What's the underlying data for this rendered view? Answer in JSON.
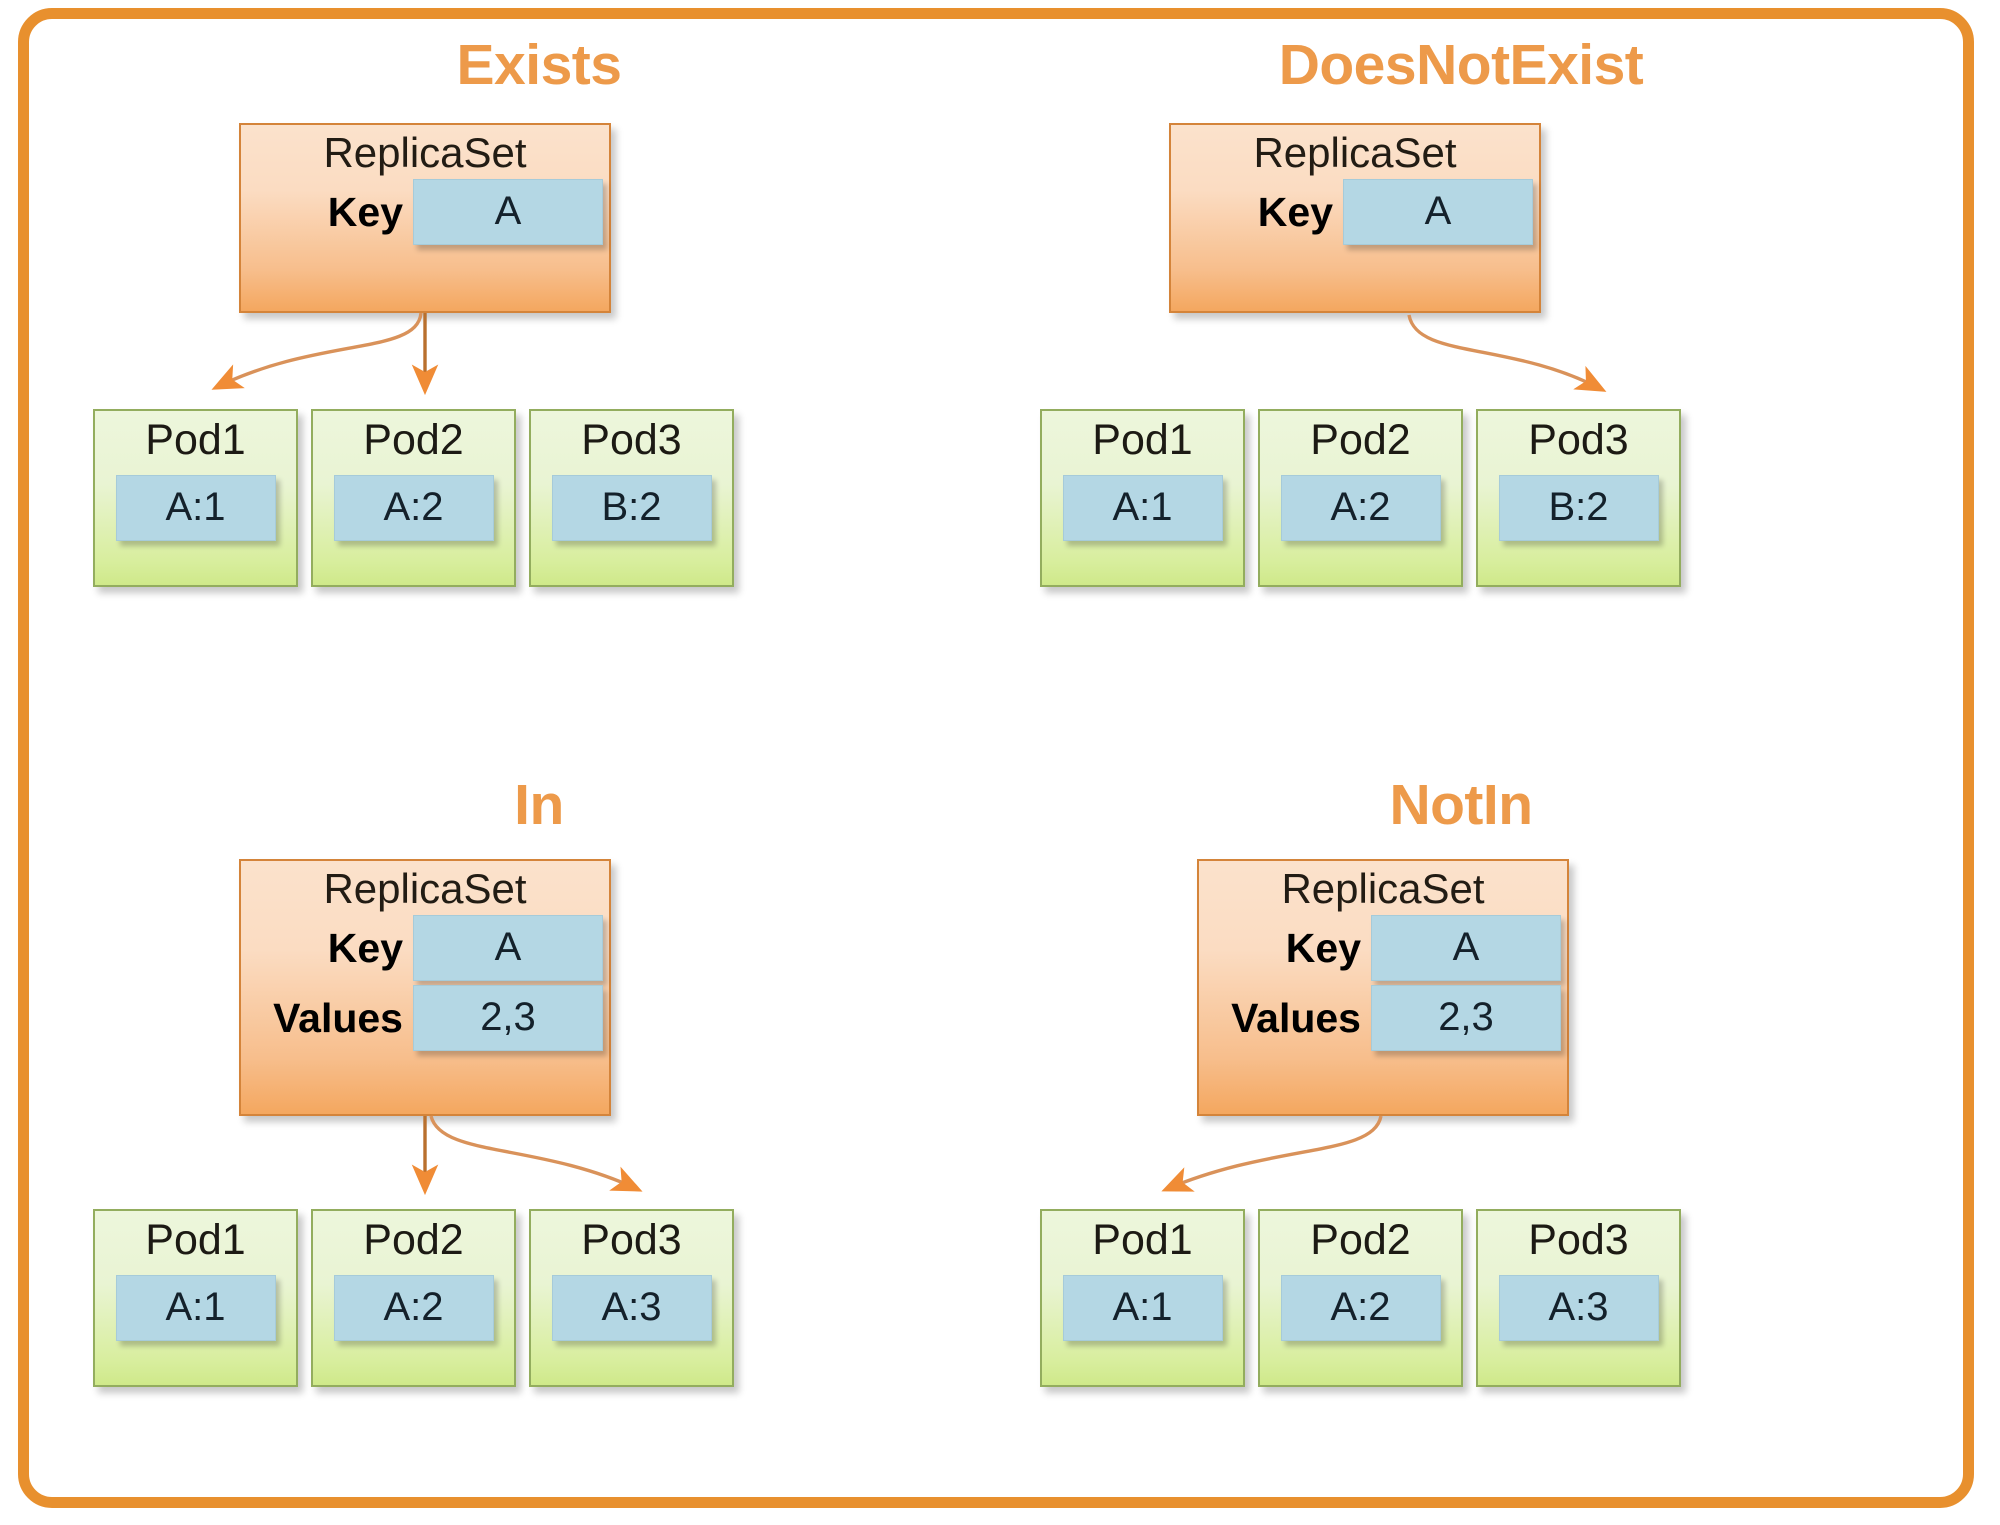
{
  "theme": {
    "accent_orange": "#ED9A4A",
    "frame_border": "#E8902E",
    "replicaset_fill": "#F7BE8C",
    "replicaset_border": "#D4843A",
    "pod_fill": "#D8EE9E",
    "pod_border": "#93AD5E",
    "label_chip_fill": "#B4D7E4"
  },
  "quadrants": [
    {
      "title": "Exists",
      "replicaset": {
        "title": "ReplicaSet",
        "key_label": "Key",
        "key_value": "A",
        "values_label": null,
        "values_value": null
      },
      "pods": [
        {
          "name": "Pod1",
          "label": "A:1"
        },
        {
          "name": "Pod2",
          "label": "A:2"
        },
        {
          "name": "Pod3",
          "label": "B:2"
        }
      ],
      "selected_pods": [
        "Pod1",
        "Pod2"
      ]
    },
    {
      "title": "DoesNotExist",
      "replicaset": {
        "title": "ReplicaSet",
        "key_label": "Key",
        "key_value": "A",
        "values_label": null,
        "values_value": null
      },
      "pods": [
        {
          "name": "Pod1",
          "label": "A:1"
        },
        {
          "name": "Pod2",
          "label": "A:2"
        },
        {
          "name": "Pod3",
          "label": "B:2"
        }
      ],
      "selected_pods": [
        "Pod3"
      ]
    },
    {
      "title": "In",
      "replicaset": {
        "title": "ReplicaSet",
        "key_label": "Key",
        "key_value": "A",
        "values_label": "Values",
        "values_value": "2,3"
      },
      "pods": [
        {
          "name": "Pod1",
          "label": "A:1"
        },
        {
          "name": "Pod2",
          "label": "A:2"
        },
        {
          "name": "Pod3",
          "label": "A:3"
        }
      ],
      "selected_pods": [
        "Pod2",
        "Pod3"
      ]
    },
    {
      "title": "NotIn",
      "replicaset": {
        "title": "ReplicaSet",
        "key_label": "Key",
        "key_value": "A",
        "values_label": "Values",
        "values_value": "2,3"
      },
      "pods": [
        {
          "name": "Pod1",
          "label": "A:1"
        },
        {
          "name": "Pod2",
          "label": "A:2"
        },
        {
          "name": "Pod3",
          "label": "A:3"
        }
      ],
      "selected_pods": [
        "Pod1"
      ]
    }
  ]
}
